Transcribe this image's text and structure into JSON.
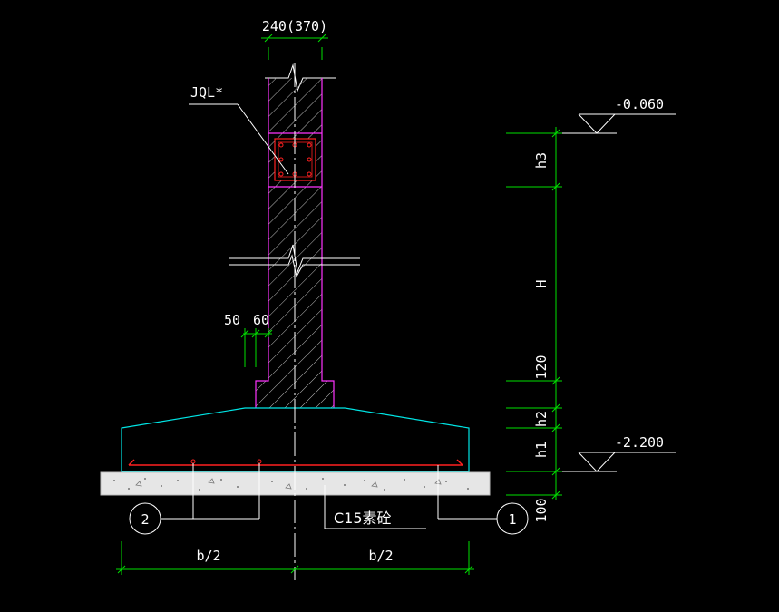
{
  "colors": {
    "background": "#000000",
    "wall": "#ff33ff",
    "hatch": "#bdbdbd",
    "rebar": "#ff2020",
    "footing": "#00e5e5",
    "dimension": "#00e000",
    "annotation": "#ffffff",
    "slab_fill": "#e6e6e6"
  },
  "labels": {
    "wall_thickness": "240(370)",
    "ring_beam": "JQL*",
    "offset_1": "50",
    "offset_2": "60",
    "concrete_grade": "C15素砼",
    "half_width_left": "b/2",
    "half_width_right": "b/2",
    "level_top": "-0.060",
    "level_bottom": "-2.200"
  },
  "elevation_dims": {
    "h3": "h3",
    "wall_height": "H",
    "step_height": "120",
    "h2": "h2",
    "h1": "h1",
    "cushion": "100"
  },
  "callouts": {
    "left": "2",
    "right": "1"
  }
}
